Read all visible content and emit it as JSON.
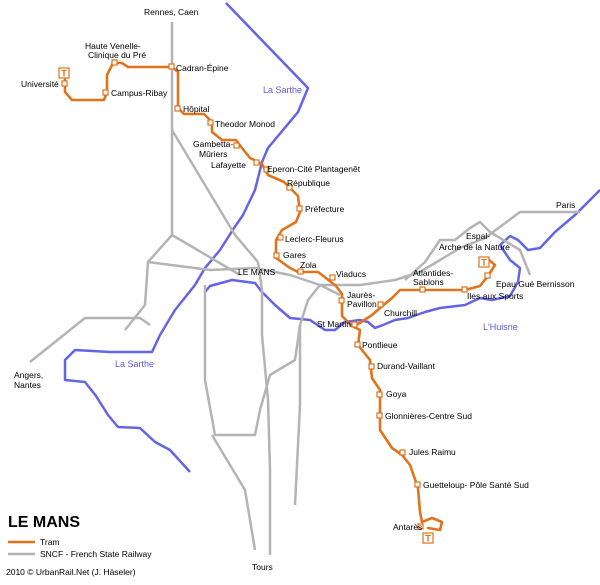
{
  "title": "LE MANS",
  "copyright": "2010 © UrbanRail.Net (J. Häseler)",
  "colors": {
    "tram": "#e0731c",
    "rail": "#b4b4b4",
    "river": "#6464e6",
    "river_label": "#5b5bd6"
  },
  "legend": {
    "tram": "Tram",
    "rail": "SNCF - French State Railway"
  },
  "rivers": {
    "sarthe_north": "La Sarthe",
    "sarthe_south": "La Sarthe",
    "huisne": "L'Huisne"
  },
  "destinations": {
    "rennes": "Rennes, Caen",
    "paris": "Paris",
    "angers": "Angers,",
    "angers2": "Nantes",
    "tours": "Tours",
    "le_mans": "LE MANS"
  },
  "tram_symbol": "T",
  "stations": {
    "universite": "Université",
    "campus": "Campus-Ribay",
    "haute1": "Haute Venelle-",
    "haute2": "Clinique du Pré",
    "cadran": "Cadran-Épine",
    "hopital": "Hôpital",
    "theodor": "Theodor Monod",
    "gambetta1": "Gambetta-",
    "gambetta2": "Mûriers",
    "lafayette": "Lafayette",
    "eperon": "Eperon-Cité Plantagenêt",
    "republique": "République",
    "prefecture": "Préfecture",
    "leclerc": "Leclerc-Fleurus",
    "gares": "Gares",
    "zola": "Zola",
    "viaducs": "Viaducs",
    "jaures1": "Jaurès-",
    "jaures2": "Pavillon",
    "stmartin": "St Martin",
    "pontlieue": "Pontlieue",
    "durand": "Durand-Vaillant",
    "goya": "Goya",
    "glonnieres": "Glonnières-Centre Sud",
    "jules": "Jules Raimu",
    "guetteloup": "Guetteloup- Pôle Santé Sud",
    "antares": "Antarès",
    "churchill": "Churchill",
    "atlantides1": "Atlantides-",
    "atlantides2": "Sablons",
    "iles": "Iles aux Sports",
    "epau": "Epau Gué Bernisson",
    "espal": "Espal-",
    "arche": "Arche de la Nature"
  }
}
